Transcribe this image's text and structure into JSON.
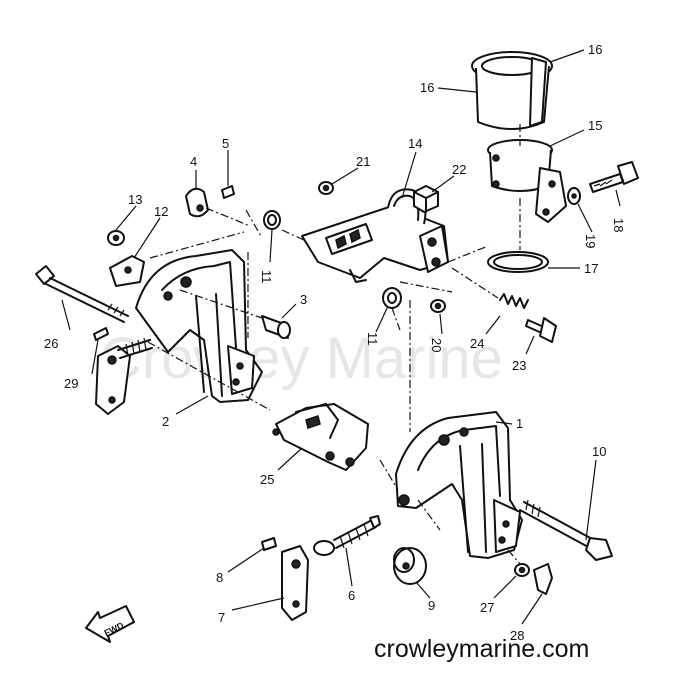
{
  "watermark": "Crowley Marine",
  "site": "crowleymarine.com",
  "fwd_label": "FWD",
  "callouts": [
    "1",
    "2",
    "3",
    "4",
    "5",
    "6",
    "7",
    "8",
    "9",
    "10",
    "11",
    "11",
    "12",
    "13",
    "14",
    "15",
    "16",
    "16",
    "17",
    "18",
    "19",
    "20",
    "21",
    "22",
    "23",
    "24",
    "25",
    "26",
    "27",
    "28",
    "29"
  ]
}
